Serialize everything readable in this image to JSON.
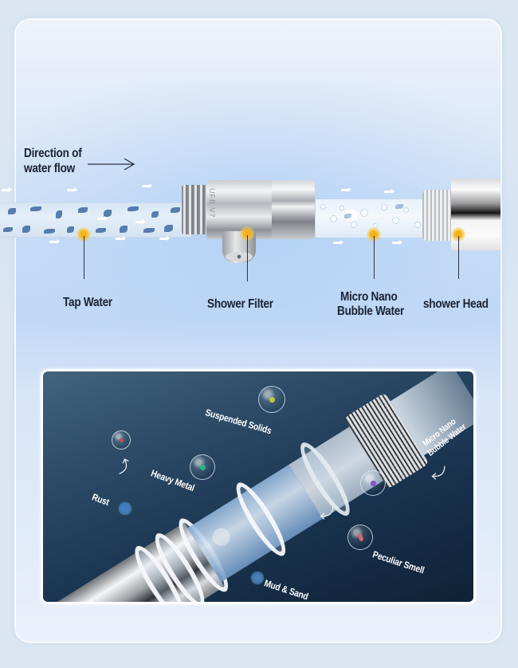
{
  "colors": {
    "page_bg": "#dbe6f2",
    "label_text": "#1b2233",
    "marker_dot": "#f5b316",
    "panel_bg_top": "#44637f",
    "panel_bg_bottom": "#0f2136",
    "panel_text": "#ffffff"
  },
  "flow_diagram": {
    "direction_label_line1": "Direction of",
    "direction_label_line2": "water flow",
    "direction_arrow_icon": "right-arrow-icon",
    "filter_marking": "UFB V7",
    "stages": [
      {
        "label": "Tap  Water"
      },
      {
        "label": "Shower Filter"
      },
      {
        "label_line1": "Micro Nano",
        "label_line2": "Bubble  Water"
      },
      {
        "label": "shower Head"
      }
    ]
  },
  "filtration_panel": {
    "contaminants": [
      {
        "label": "Suspended Solids",
        "core_color": "#b4d23c"
      },
      {
        "label": "Heavy Metal",
        "core_color": "#2fb08a"
      },
      {
        "label": "Rust",
        "core_color": "#3f7fc4"
      },
      {
        "label": "Peculiar Smell",
        "core_color": "#d9646e"
      },
      {
        "label": "Mud & Sand",
        "core_color": "#4b7fb8"
      }
    ],
    "extra_bubble_cores": [
      "#c74a5c",
      "#8a54c8"
    ],
    "output_label_line1": "Micro Nano",
    "output_label_line2": "Bubble Water"
  }
}
